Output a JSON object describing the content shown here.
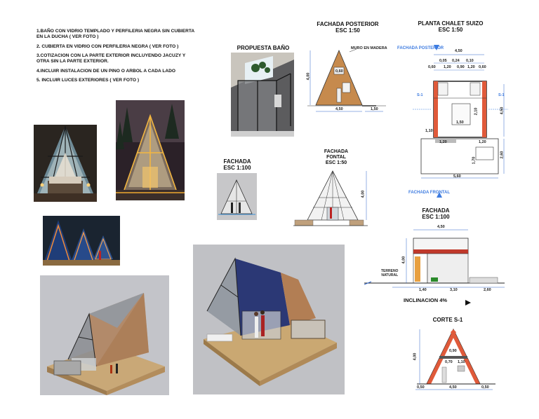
{
  "notes": [
    "1.BAÑO CON VIDRIO TEMPLADO Y PERFILERIA NEGRA SIN CUBIERTA\nEN LA DUCHA ( VER FOTO )",
    "2. CUBIERTA EN VIDRIO CON PERFILERIA NEGRA ( VER FOTO )",
    "3.COTIZACION CON  LA PARTE EXTERIOR INCLUYENDO JACUZY Y\nOTRA SIN LA PARTE EXTERIOR.",
    "4.INCLUIR INSTALACION DE UN PINO O ARBOL A CADA LADO",
    "5. INCLUIR LUCES EXTERIORES ( VER FOTO )"
  ],
  "titles": {
    "propuesta_bano": "PROPUESTA BAÑO",
    "fachada_posterior": "FACHADA POSTERIOR\nESC 1:50",
    "planta": "PLANTA CHALET SUIZO\nESC 1:50",
    "fachada_small": "FACHADA\nESC 1:100",
    "fachada_frontal": "FACHADA\nFONTAL\nESC 1:50",
    "fachada_right": "FACHADA\nESC 1:100",
    "corte": "CORTE S-1"
  },
  "labels": {
    "muro_madera": "MURO EN MADERA",
    "fachada_posterior_tag": "FACHADA POSTERIOR",
    "fachada_frontal_tag": "FACHADA FRONTAL",
    "terreno": "TERRENO\nNATURAL",
    "inclinacion": "INCLINACION 4%",
    "s1": "S-1"
  },
  "dims": {
    "posterior": {
      "height": "4,00",
      "base": "4,50",
      "side": "1,50",
      "window": "0,60"
    },
    "planta": {
      "top": "4,50",
      "top_row": [
        "0,05",
        "0,24",
        "0,10"
      ],
      "second_row": [
        "0,60",
        "1,20",
        "0,90",
        "1,20",
        "0,60"
      ],
      "mid": "1,50",
      "left": "1,10",
      "mid_row": [
        "1,20",
        "1,20"
      ],
      "bottom": "5,60",
      "right_top": "4,50",
      "right_bottom": "2,60",
      "inner_v": "1,70",
      "inner_h": "2,10"
    },
    "frontal": {
      "height": "4,00"
    },
    "fachada_right": {
      "top": "4,50",
      "height": "4,00",
      "bottom": [
        "1,40",
        "3,10",
        "2,60"
      ]
    },
    "corte": {
      "top": "0,90",
      "height": "4,00",
      "inner": [
        "0,70",
        "1,10"
      ],
      "bottom": [
        "0,50",
        "4,50",
        "0,50"
      ]
    }
  },
  "colors": {
    "wood": "#c68a4d",
    "glass": "#2f3f7a",
    "dim": "#2f64c8",
    "arrow": "#3d7be0",
    "wall_red": "#e05a3a"
  }
}
